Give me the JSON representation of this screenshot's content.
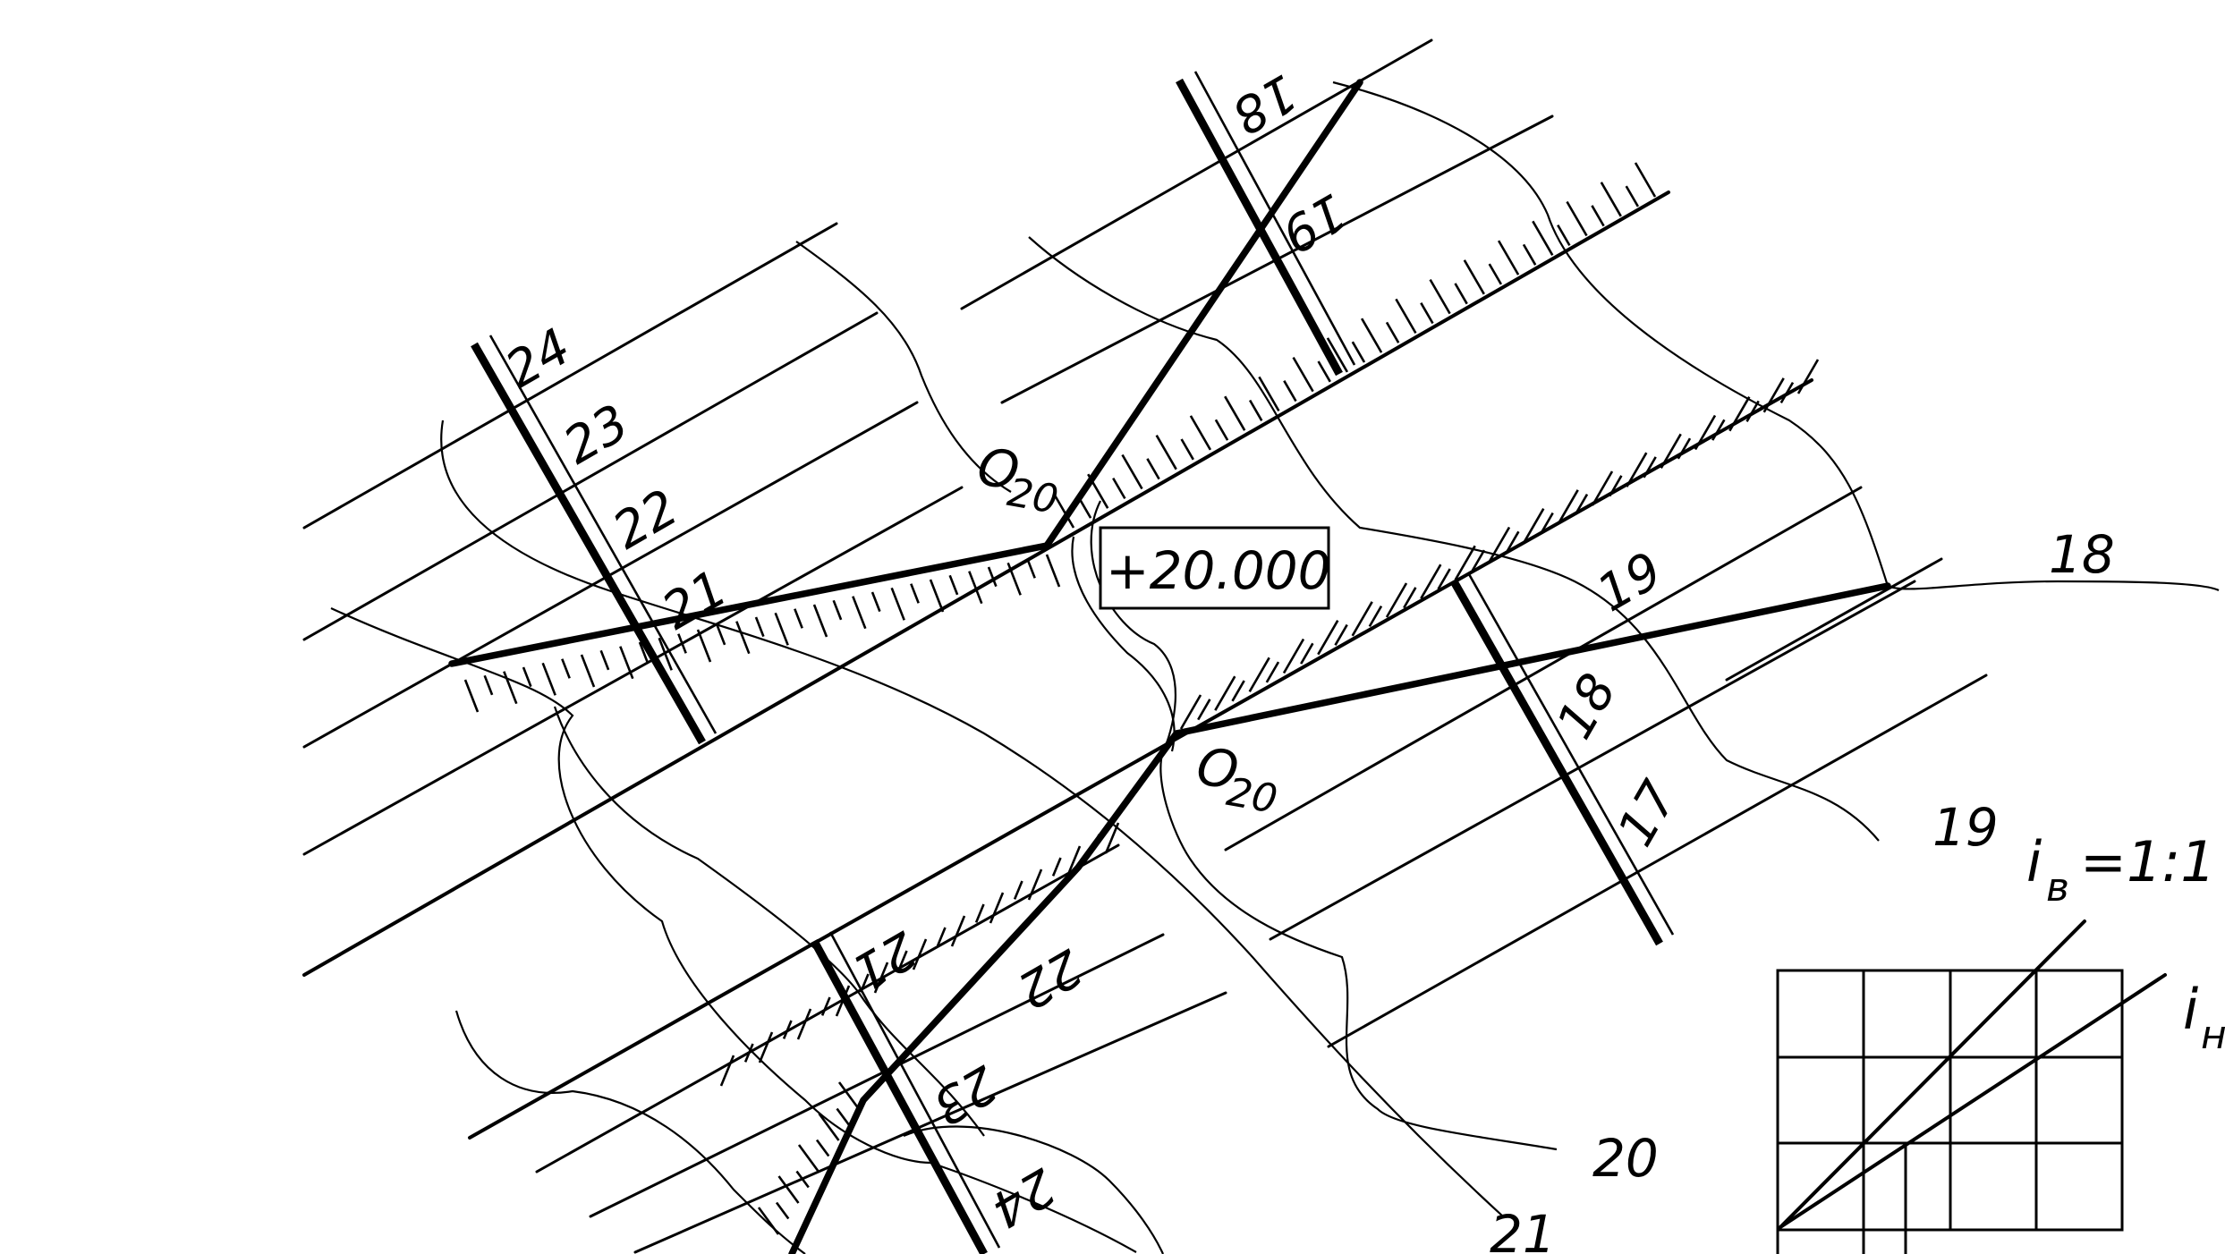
{
  "drawing": {
    "platform_mark_upper": {
      "letter": "O",
      "subscript": "20"
    },
    "platform_mark_lower": {
      "letter": "O",
      "subscript": "20"
    },
    "elevation_label": "+20.000",
    "scale_upper_left": [
      "21",
      "22",
      "23",
      "24"
    ],
    "scale_upper_right": [
      "18",
      "19"
    ],
    "scale_lower_left": [
      "21",
      "22",
      "23",
      "24"
    ],
    "scale_lower_right": [
      "17",
      "18",
      "19"
    ],
    "contour_labels": [
      "18",
      "19",
      "20",
      "21"
    ]
  },
  "slope_legend": {
    "i_v": {
      "letter": "i",
      "subscript": "в",
      "value": "=1:1"
    },
    "i_h": {
      "letter": "i",
      "subscript": "н"
    }
  }
}
